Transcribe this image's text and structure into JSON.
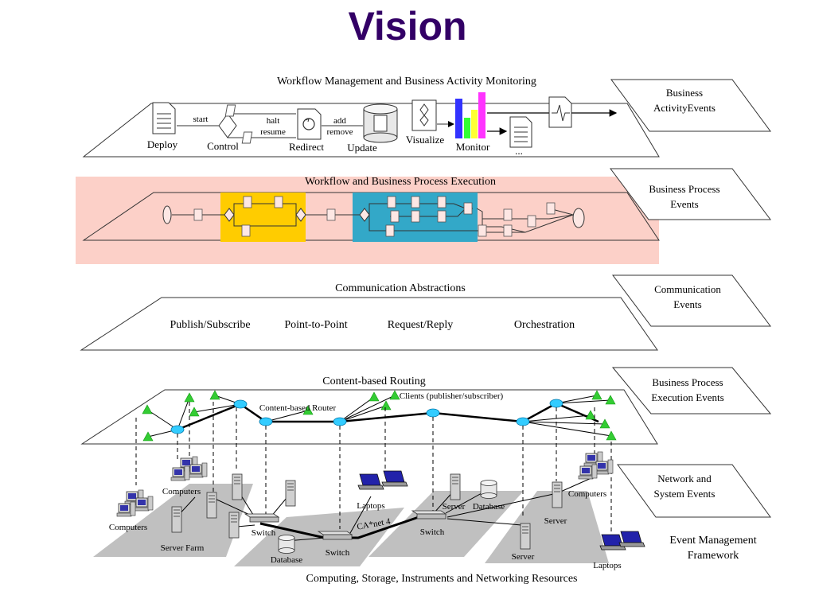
{
  "title": "Vision",
  "layers": {
    "workflow_mgmt": {
      "label": "Workflow Management and Business Activity Monitoring",
      "steps": {
        "deploy": "Deploy",
        "start": "start",
        "control": "Control",
        "halt": "halt",
        "resume": "resume",
        "redirect": "Redirect",
        "add": "add",
        "remove": "remove",
        "update": "Update",
        "visualize": "Visualize",
        "monitor": "Monitor",
        "ellipsis": "..."
      }
    },
    "workflow_exec": {
      "label": "Workflow and Business Process Execution"
    },
    "communication": {
      "label": "Communication Abstractions",
      "items": [
        "Publish/Subscribe",
        "Point-to-Point",
        "Request/Reply",
        "Orchestration"
      ]
    },
    "routing": {
      "label": "Content-based Routing",
      "router_label": "Content-based Router",
      "clients_label": "Clients (publisher/subscriber)"
    },
    "resources": {
      "label": "Computing, Storage, Instruments and Networking Resources",
      "computers": "Computers",
      "server_farm": "Server Farm",
      "switch": "Switch",
      "database": "Database",
      "laptops": "Laptops",
      "canet": "CA*net 4",
      "server": "Server"
    }
  },
  "events": {
    "bam_1": "Business",
    "bam_2": "ActivityEvents",
    "bpe_1": "Business Process",
    "bpe_2": "Events",
    "comm_1": "Communication",
    "comm_2": "Events",
    "bpee_1": "Business Process",
    "bpee_2": "Execution Events",
    "net_1": "Network and",
    "net_2": "System Events",
    "emf_1": "Event Management",
    "emf_2": "Framework"
  },
  "colors": {
    "title": "#330066",
    "exec_band": "#fcd0c8",
    "yellow_block": "#ffcc00",
    "blue_block": "#33a8c8",
    "router_node": "#33ccff",
    "client_node": "#33cc33",
    "resource_pad": "#c0c0c0"
  }
}
